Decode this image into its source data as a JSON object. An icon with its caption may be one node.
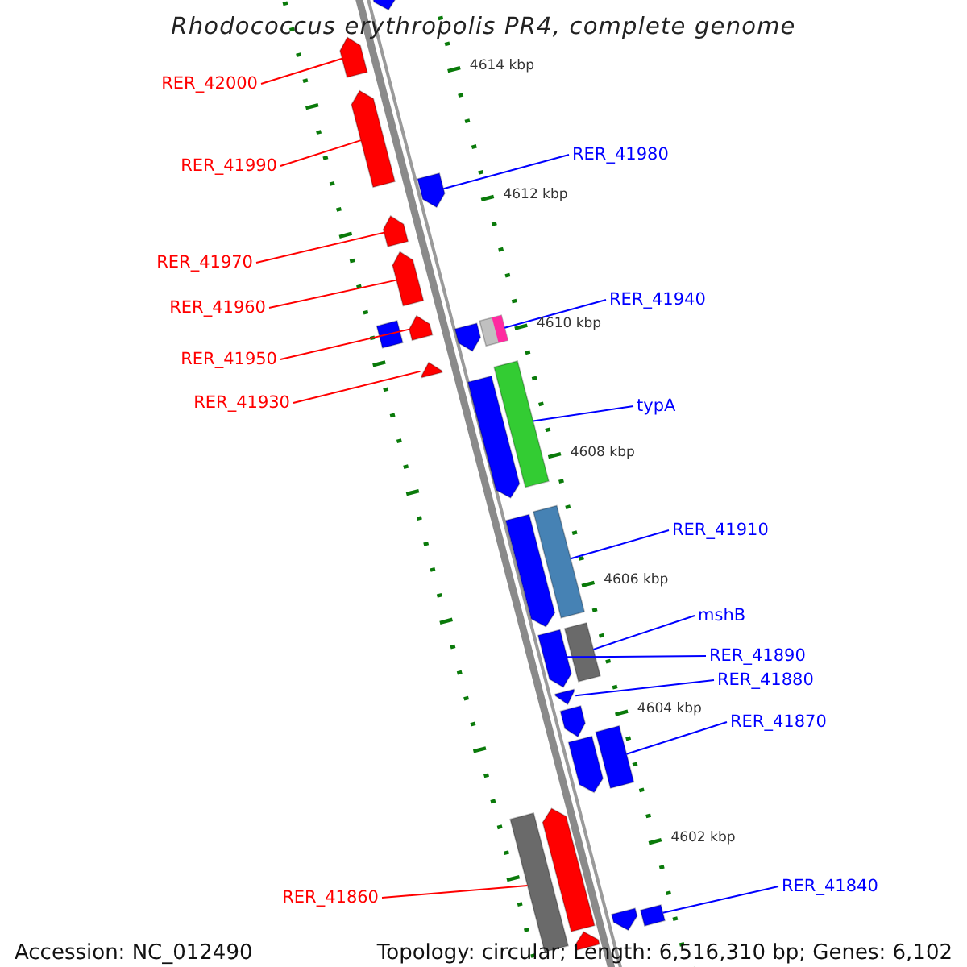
{
  "diagram": {
    "title": "Rhodococcus erythropolis PR4, complete genome",
    "nodes": [
      {
        "text": [
          "RER_42000"
        ]
      },
      {
        "text": [
          "RER_41980"
        ]
      },
      {
        "text": [
          "RER_41990"
        ]
      },
      {
        "text": [
          "RER_41970"
        ]
      },
      {
        "text": [
          "RER_41940"
        ]
      },
      {
        "text": [
          "RER_41960"
        ]
      },
      {
        "text": [
          "RER_41950"
        ]
      },
      {
        "text": [
          "RER_41930"
        ]
      },
      {
        "text": [
          "typA"
        ]
      },
      {
        "text": [
          "RER_41910"
        ]
      },
      {
        "text": [
          "mshB"
        ]
      },
      {
        "text": [
          "RER_41890"
        ]
      },
      {
        "text": [
          "RER_41880"
        ]
      },
      {
        "text": [
          "RER_41870"
        ]
      },
      {
        "text": [
          "RER_41860"
        ]
      },
      {
        "text": [
          "RER_41840"
        ]
      },
      {
        "text": [],
        "shape": "arrow"
      },
      {
        "text": [],
        "shape": "arrow"
      },
      {
        "text": [],
        "shape": "arrow"
      },
      {
        "text": [],
        "shape": "arrow"
      },
      {
        "text": [],
        "shape": "arrow"
      },
      {
        "text": [],
        "shape": "arrow"
      },
      {
        "text": [],
        "shape": "box"
      },
      {
        "text": [],
        "shape": "arrow"
      },
      {
        "text": [],
        "shape": "arrow"
      },
      {
        "text": [],
        "shape": "box"
      },
      {
        "text": [],
        "shape": "arrow"
      },
      {
        "text": [],
        "shape": "arrow"
      },
      {
        "text": [],
        "shape": "box"
      },
      {
        "text": [],
        "shape": "arrow"
      },
      {
        "text": [],
        "shape": "box"
      },
      {
        "text": [],
        "shape": "arrow"
      },
      {
        "text": [],
        "shape": "box"
      },
      {
        "text": [],
        "shape": "arrow"
      },
      {
        "text": [],
        "shape": "arrow"
      },
      {
        "text": [],
        "shape": "arrow"
      },
      {
        "text": [],
        "shape": "box"
      },
      {
        "text": [],
        "shape": "box"
      },
      {
        "text": [],
        "shape": "arrow"
      },
      {
        "text": [],
        "shape": "arrow"
      },
      {
        "text": [],
        "shape": "arrow"
      },
      {
        "text": [],
        "shape": "box"
      }
    ],
    "edges": [
      {
        "from": 0,
        "to": 17,
        "arrow": "none",
        "color": "#ff0000"
      },
      {
        "from": 1,
        "to": 19,
        "arrow": "none"
      },
      {
        "from": 2,
        "to": 18,
        "arrow": "none",
        "color": "#ff0000"
      },
      {
        "from": 3,
        "to": 20,
        "arrow": "none",
        "color": "#ff0000"
      },
      {
        "from": 4,
        "to": 25,
        "arrow": "none"
      },
      {
        "from": 5,
        "to": 21,
        "arrow": "none",
        "color": "#ff0000"
      },
      {
        "from": 6,
        "to": 23,
        "arrow": "none",
        "color": "#ff0000"
      },
      {
        "from": 7,
        "to": 26,
        "arrow": "none",
        "color": "#ff0000"
      },
      {
        "from": 8,
        "to": 28,
        "arrow": "none"
      },
      {
        "from": 9,
        "to": 30,
        "arrow": "none"
      },
      {
        "from": 10,
        "to": 32,
        "arrow": "none"
      },
      {
        "from": 11,
        "to": 31,
        "arrow": "none"
      },
      {
        "from": 12,
        "to": 33,
        "arrow": "none"
      },
      {
        "from": 13,
        "to": 36,
        "arrow": "none"
      },
      {
        "from": 14,
        "to": 37,
        "arrow": "none",
        "color": "#ff0000"
      },
      {
        "from": 15,
        "to": 41,
        "arrow": "none"
      }
    ],
    "labels": [
      "4614 kbp",
      "4612 kbp",
      "4610 kbp",
      "4608 kbp",
      "4606 kbp",
      "4604 kbp",
      "4602 kbp",
      "Accession: NC_012490",
      "Topology: circular; Length: 6,516,310 bp; Genes: 6,102"
    ]
  }
}
